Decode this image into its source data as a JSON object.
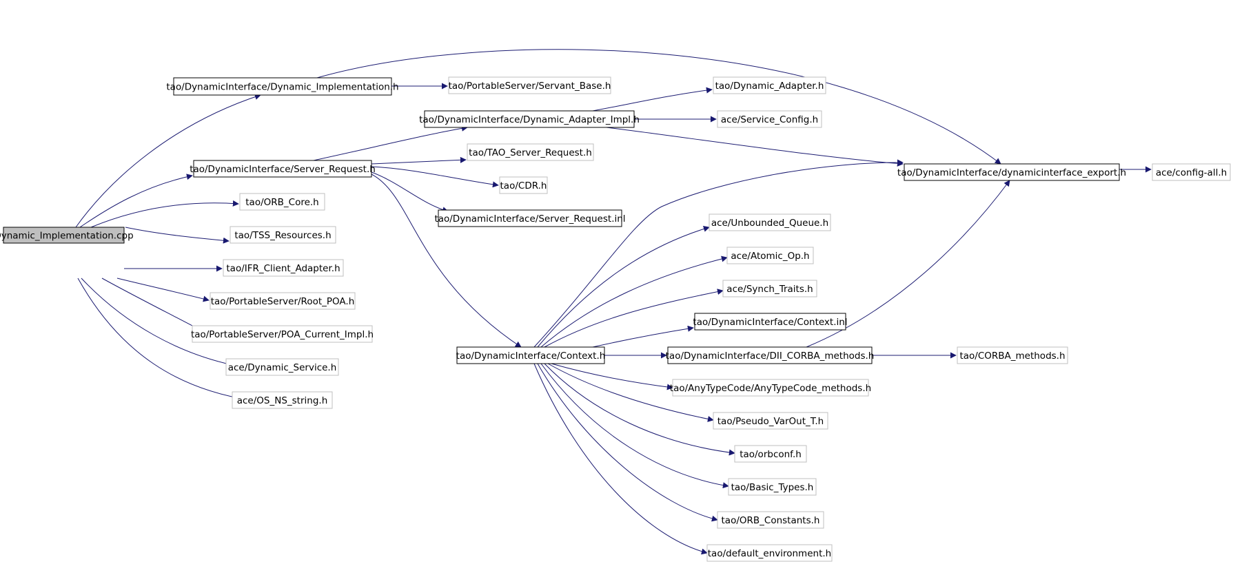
{
  "diagram": {
    "kind": "include-dependency-graph",
    "root": "dyn_impl_cpp",
    "colors": {
      "root_fill": "#bfbfbf",
      "node_fill": "#ffffff",
      "expanded_border": "#000000",
      "leaf_border": "#bfbfbf",
      "edge": "#191970",
      "text": "#000000"
    },
    "nodes": [
      {
        "id": "dyn_impl_cpp",
        "label": "Dynamic_Implementation.cpp",
        "style": "root"
      },
      {
        "id": "di_dyn_impl_h",
        "label": "tao/DynamicInterface/Dynamic_Implementation.h",
        "style": "expanded"
      },
      {
        "id": "servant_base",
        "label": "tao/PortableServer/Servant_Base.h",
        "style": "leaf"
      },
      {
        "id": "dyn_adapter_impl",
        "label": "tao/DynamicInterface/Dynamic_Adapter_Impl.h",
        "style": "expanded"
      },
      {
        "id": "dyn_adapter",
        "label": "tao/Dynamic_Adapter.h",
        "style": "leaf"
      },
      {
        "id": "service_config",
        "label": "ace/Service_Config.h",
        "style": "leaf"
      },
      {
        "id": "server_request",
        "label": "tao/DynamicInterface/Server_Request.h",
        "style": "expanded"
      },
      {
        "id": "tao_server_request",
        "label": "tao/TAO_Server_Request.h",
        "style": "leaf"
      },
      {
        "id": "cdr",
        "label": "tao/CDR.h",
        "style": "leaf"
      },
      {
        "id": "server_request_inl",
        "label": "tao/DynamicInterface/Server_Request.inl",
        "style": "expanded"
      },
      {
        "id": "export_h",
        "label": "tao/DynamicInterface/dynamicinterface_export.h",
        "style": "expanded"
      },
      {
        "id": "config_all",
        "label": "ace/config-all.h",
        "style": "leaf"
      },
      {
        "id": "orb_core",
        "label": "tao/ORB_Core.h",
        "style": "leaf"
      },
      {
        "id": "tss_resources",
        "label": "tao/TSS_Resources.h",
        "style": "leaf"
      },
      {
        "id": "ifr_client",
        "label": "tao/IFR_Client_Adapter.h",
        "style": "leaf"
      },
      {
        "id": "root_poa",
        "label": "tao/PortableServer/Root_POA.h",
        "style": "leaf"
      },
      {
        "id": "poa_current",
        "label": "tao/PortableServer/POA_Current_Impl.h",
        "style": "leaf"
      },
      {
        "id": "dyn_service",
        "label": "ace/Dynamic_Service.h",
        "style": "leaf"
      },
      {
        "id": "os_ns_string",
        "label": "ace/OS_NS_string.h",
        "style": "leaf"
      },
      {
        "id": "unbounded_queue",
        "label": "ace/Unbounded_Queue.h",
        "style": "leaf"
      },
      {
        "id": "atomic_op",
        "label": "ace/Atomic_Op.h",
        "style": "leaf"
      },
      {
        "id": "synch_traits",
        "label": "ace/Synch_Traits.h",
        "style": "leaf"
      },
      {
        "id": "context_inl",
        "label": "tao/DynamicInterface/Context.inl",
        "style": "expanded"
      },
      {
        "id": "context_h",
        "label": "tao/DynamicInterface/Context.h",
        "style": "expanded"
      },
      {
        "id": "dii_corba",
        "label": "tao/DynamicInterface/DII_CORBA_methods.h",
        "style": "expanded"
      },
      {
        "id": "corba_methods",
        "label": "tao/CORBA_methods.h",
        "style": "leaf"
      },
      {
        "id": "anytypecode",
        "label": "tao/AnyTypeCode/AnyTypeCode_methods.h",
        "style": "leaf"
      },
      {
        "id": "pseudo_varout",
        "label": "tao/Pseudo_VarOut_T.h",
        "style": "leaf"
      },
      {
        "id": "orbconf",
        "label": "tao/orbconf.h",
        "style": "leaf"
      },
      {
        "id": "basic_types",
        "label": "tao/Basic_Types.h",
        "style": "leaf"
      },
      {
        "id": "orb_constants",
        "label": "tao/ORB_Constants.h",
        "style": "leaf"
      },
      {
        "id": "default_env",
        "label": "tao/default_environment.h",
        "style": "leaf"
      }
    ],
    "edges": [
      {
        "from": "dyn_impl_cpp",
        "to": "di_dyn_impl_h"
      },
      {
        "from": "dyn_impl_cpp",
        "to": "server_request"
      },
      {
        "from": "dyn_impl_cpp",
        "to": "orb_core"
      },
      {
        "from": "dyn_impl_cpp",
        "to": "tss_resources"
      },
      {
        "from": "dyn_impl_cpp",
        "to": "ifr_client"
      },
      {
        "from": "dyn_impl_cpp",
        "to": "root_poa"
      },
      {
        "from": "dyn_impl_cpp",
        "to": "poa_current"
      },
      {
        "from": "dyn_impl_cpp",
        "to": "dyn_service"
      },
      {
        "from": "dyn_impl_cpp",
        "to": "os_ns_string"
      },
      {
        "from": "di_dyn_impl_h",
        "to": "servant_base"
      },
      {
        "from": "di_dyn_impl_h",
        "to": "export_h"
      },
      {
        "from": "server_request",
        "to": "dyn_adapter_impl"
      },
      {
        "from": "server_request",
        "to": "tao_server_request"
      },
      {
        "from": "server_request",
        "to": "cdr"
      },
      {
        "from": "server_request",
        "to": "server_request_inl"
      },
      {
        "from": "server_request",
        "to": "context_h"
      },
      {
        "from": "dyn_adapter_impl",
        "to": "dyn_adapter"
      },
      {
        "from": "dyn_adapter_impl",
        "to": "service_config"
      },
      {
        "from": "dyn_adapter_impl",
        "to": "export_h"
      },
      {
        "from": "export_h",
        "to": "config_all"
      },
      {
        "from": "context_h",
        "to": "export_h"
      },
      {
        "from": "context_h",
        "to": "unbounded_queue"
      },
      {
        "from": "context_h",
        "to": "atomic_op"
      },
      {
        "from": "context_h",
        "to": "synch_traits"
      },
      {
        "from": "context_h",
        "to": "context_inl"
      },
      {
        "from": "context_h",
        "to": "dii_corba"
      },
      {
        "from": "context_h",
        "to": "anytypecode"
      },
      {
        "from": "context_h",
        "to": "pseudo_varout"
      },
      {
        "from": "context_h",
        "to": "orbconf"
      },
      {
        "from": "context_h",
        "to": "basic_types"
      },
      {
        "from": "context_h",
        "to": "orb_constants"
      },
      {
        "from": "context_h",
        "to": "default_env"
      },
      {
        "from": "dii_corba",
        "to": "export_h"
      },
      {
        "from": "dii_corba",
        "to": "corba_methods"
      }
    ]
  }
}
